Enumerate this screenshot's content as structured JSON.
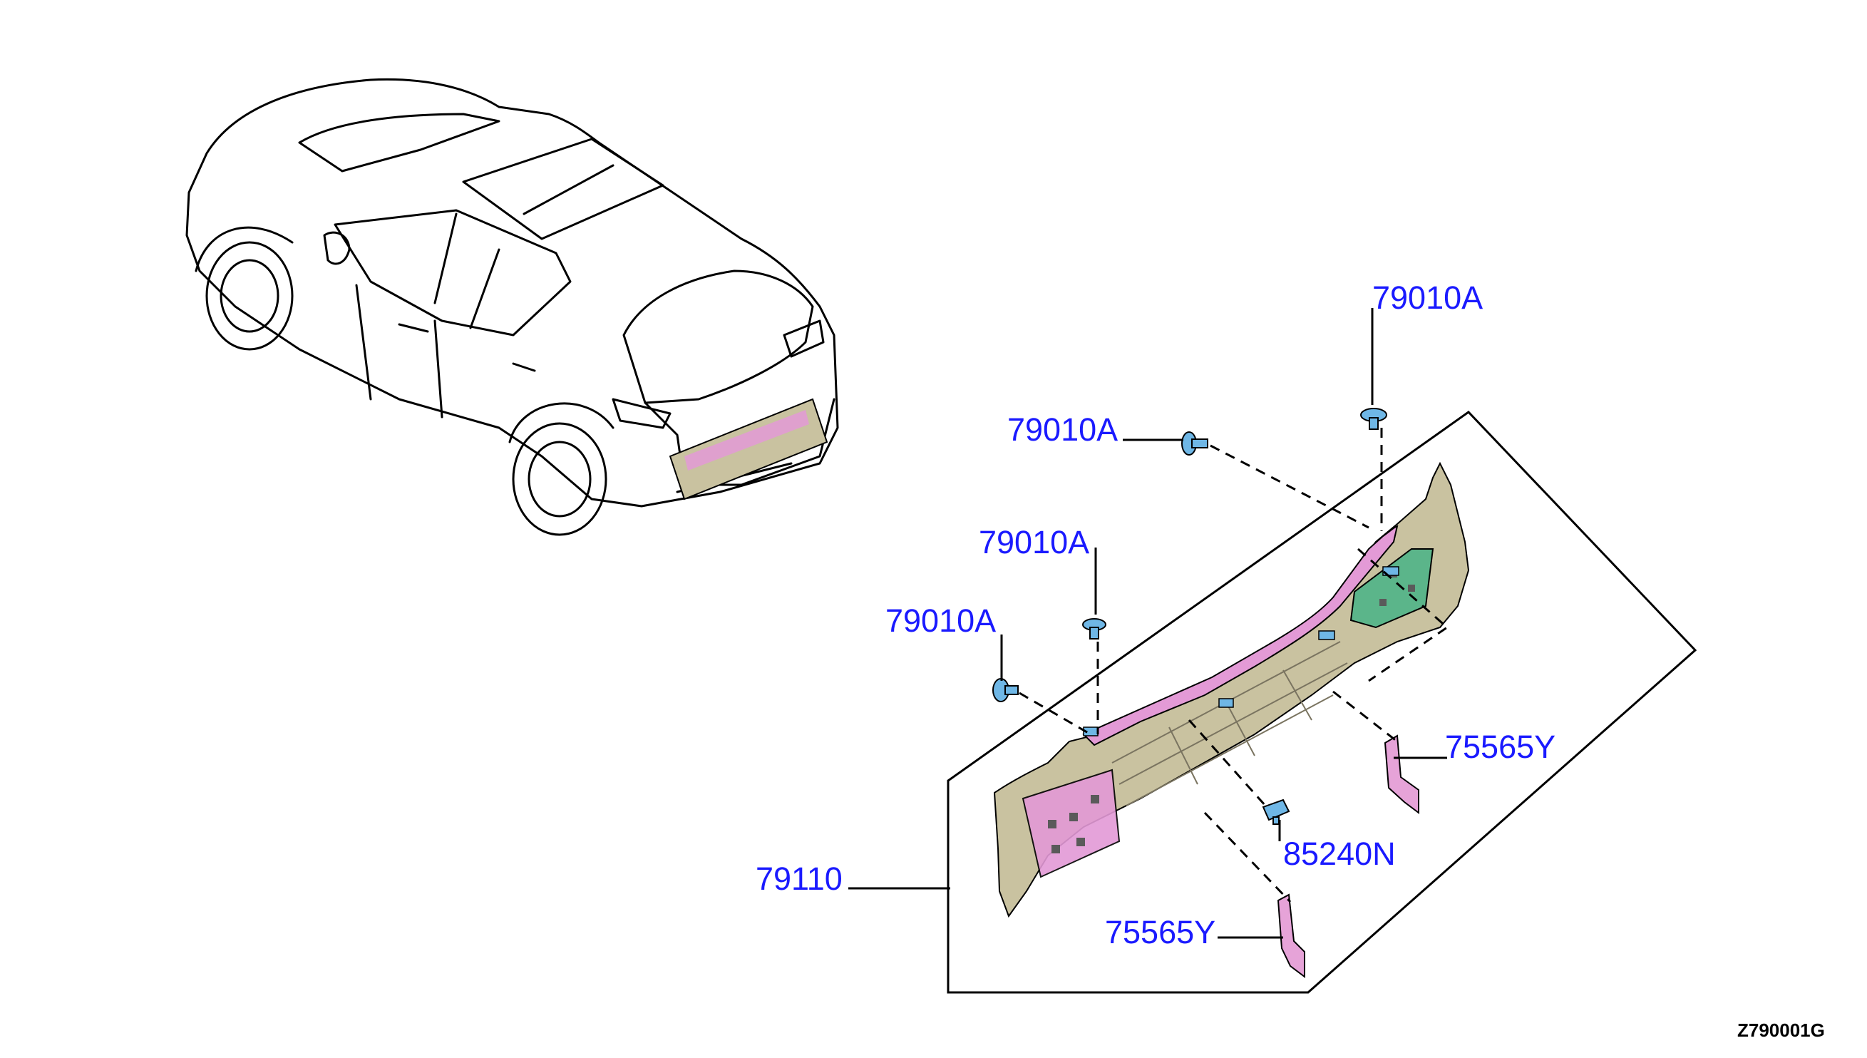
{
  "diagram": {
    "callouts": {
      "clip_top_right": "79010A",
      "clip_upper_mid": "79010A",
      "clip_mid": "79010A",
      "clip_left": "79010A",
      "bracket_right": "75565Y",
      "bracket_lower": "75565Y",
      "retainer": "85240N",
      "panel": "79110"
    },
    "drawing_code": "Z790001G",
    "colors": {
      "label": "#1a1aff",
      "panel_body": "#c9c2a0",
      "panel_accent": "#e39ad6",
      "bracket": "#e6a3d8",
      "clip": "#6fb7e6",
      "green_patch": "#5bb58a",
      "line": "#000000"
    }
  }
}
